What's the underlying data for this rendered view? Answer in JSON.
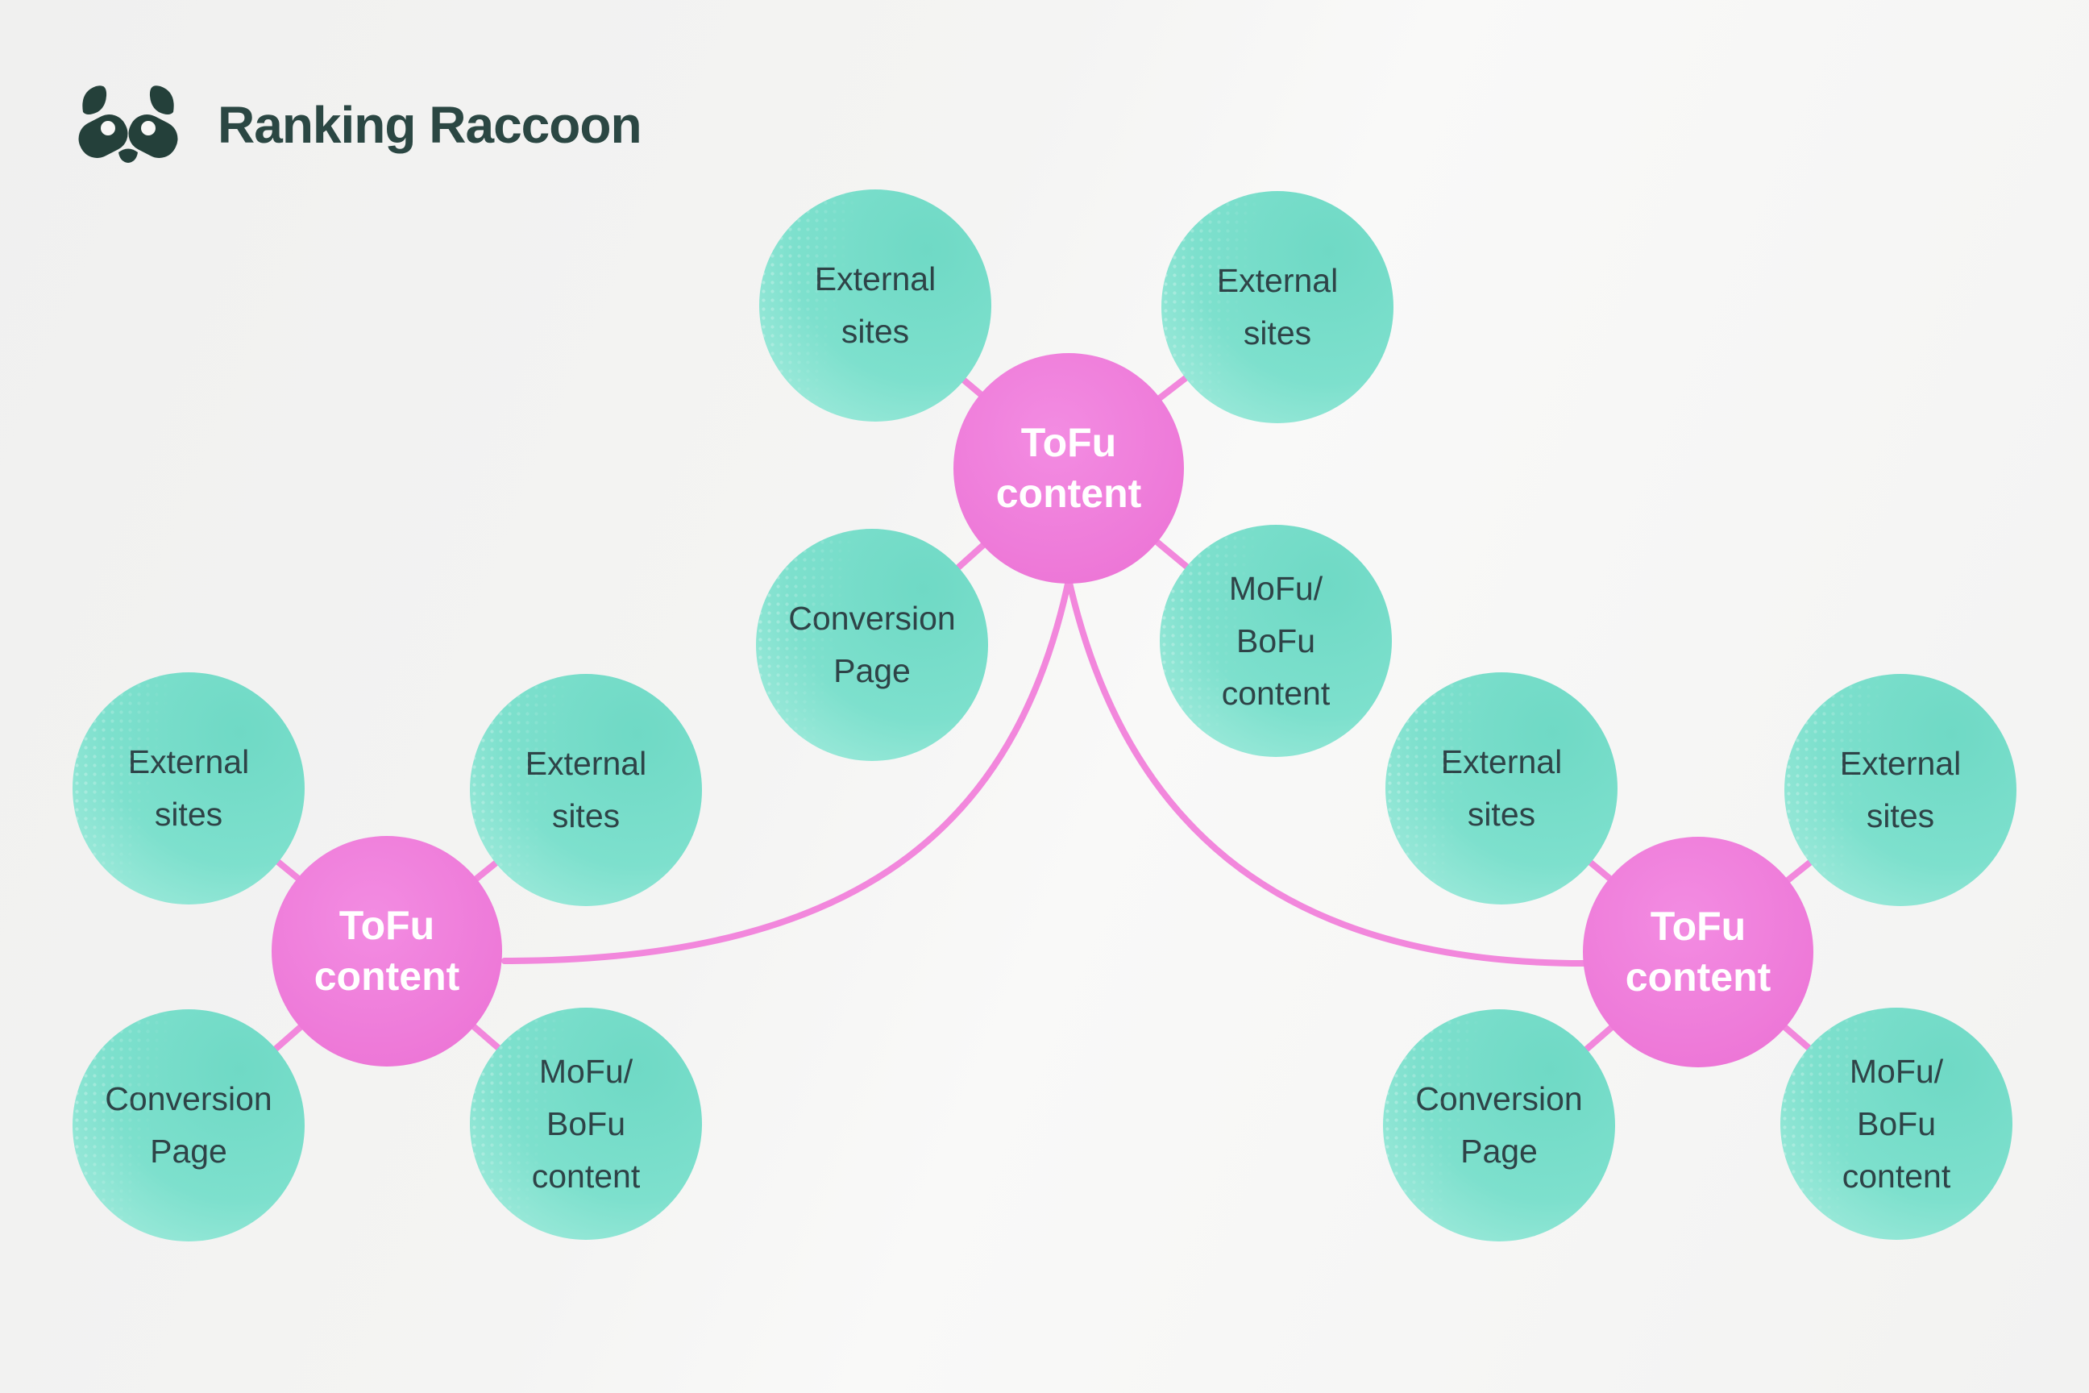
{
  "brand": {
    "name": "Ranking Raccoon"
  },
  "colors": {
    "background": "#f4f4f3",
    "brand_text": "#2b4743",
    "logo_green": "#24403a",
    "hub_pink": "#ee7bd9",
    "hub_pink_light": "#f38ce2",
    "node_teal": "#7de0cd",
    "node_teal_dark": "#6fd9c5",
    "node_teal_light": "#abeee0",
    "connector_pink": "#f287dc",
    "node_text": "#2e4347",
    "hub_text": "#ffffff"
  },
  "diagram": {
    "clusters": [
      {
        "name": "top-cluster",
        "hub": {
          "lines": [
            "ToFu",
            "content"
          ]
        },
        "satellites": [
          {
            "name": "external-sites",
            "lines": [
              "External",
              "sites"
            ]
          },
          {
            "name": "external-sites",
            "lines": [
              "External",
              "sites"
            ]
          },
          {
            "name": "conversion-page",
            "lines": [
              "Conversion",
              "Page"
            ]
          },
          {
            "name": "mofu-bofu-content",
            "lines": [
              "MoFu/",
              "BoFu",
              "content"
            ]
          }
        ]
      },
      {
        "name": "left-cluster",
        "hub": {
          "lines": [
            "ToFu",
            "content"
          ]
        },
        "satellites": [
          {
            "name": "external-sites",
            "lines": [
              "External",
              "sites"
            ]
          },
          {
            "name": "external-sites",
            "lines": [
              "External",
              "sites"
            ]
          },
          {
            "name": "conversion-page",
            "lines": [
              "Conversion",
              "Page"
            ]
          },
          {
            "name": "mofu-bofu-content",
            "lines": [
              "MoFu/",
              "BoFu",
              "content"
            ]
          }
        ]
      },
      {
        "name": "right-cluster",
        "hub": {
          "lines": [
            "ToFu",
            "content"
          ]
        },
        "satellites": [
          {
            "name": "external-sites",
            "lines": [
              "External",
              "sites"
            ]
          },
          {
            "name": "external-sites",
            "lines": [
              "External",
              "sites"
            ]
          },
          {
            "name": "conversion-page",
            "lines": [
              "Conversion",
              "Page"
            ]
          },
          {
            "name": "mofu-bofu-content",
            "lines": [
              "MoFu/",
              "BoFu",
              "content"
            ]
          }
        ]
      }
    ]
  }
}
